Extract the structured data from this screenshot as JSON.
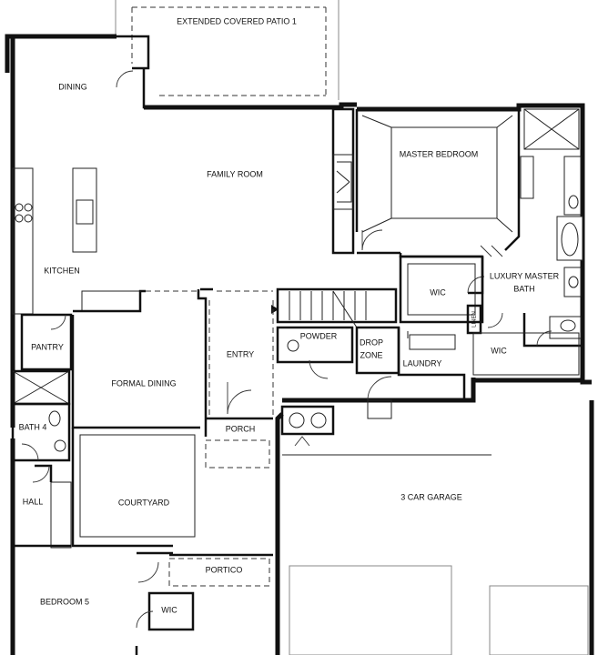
{
  "rooms": {
    "extended_covered_patio": "EXTENDED COVERED PATIO 1",
    "dining": "DINING",
    "family_room": "FAMILY ROOM",
    "master_bedroom": "MASTER BEDROOM",
    "kitchen": "KITCHEN",
    "wic_master_closet": "WIC",
    "luxury_master_bath_line1": "LUXURY MASTER",
    "luxury_master_bath_line2": "BATH",
    "linen": "LINEN",
    "pantry": "PANTRY",
    "powder": "POWDER",
    "drop_zone_line1": "DROP",
    "drop_zone_line2": "ZONE",
    "entry": "ENTRY",
    "laundry": "LAUNDRY",
    "wic_bath": "WIC",
    "formal_dining": "FORMAL DINING",
    "bath_4": "BATH 4",
    "porch": "PORCH",
    "hall": "HALL",
    "courtyard": "COURTYARD",
    "three_car_garage": "3 CAR GARAGE",
    "portico": "PORTICO",
    "bedroom_5": "BEDROOM 5",
    "wic_bedroom": "WIC"
  }
}
